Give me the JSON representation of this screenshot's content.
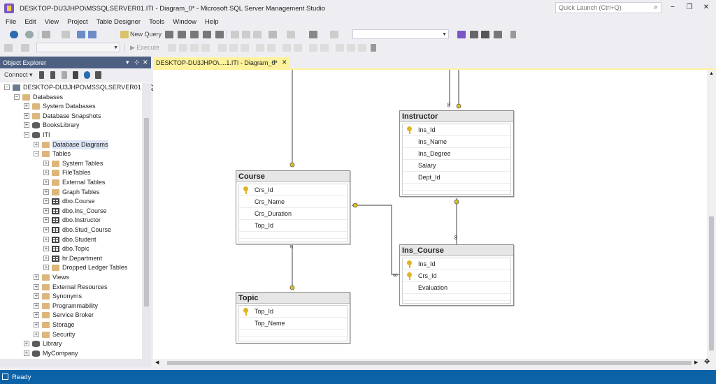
{
  "window": {
    "title": "DESKTOP-DU3JHPO\\MSSQLSERVER01.ITI - Diagram_0* - Microsoft SQL Server Management Studio",
    "quick_launch_placeholder": "Quick Launch (Ctrl+Q)",
    "minimize": "−",
    "restore": "❐",
    "close": "✕"
  },
  "menu": [
    "File",
    "Edit",
    "View",
    "Project",
    "Table Designer",
    "Tools",
    "Window",
    "Help"
  ],
  "toolbar": {
    "new_query": "New Query",
    "execute": "Execute"
  },
  "object_explorer": {
    "title": "Object Explorer",
    "connect": "Connect",
    "tree": [
      {
        "label": "DESKTOP-DU3JHPO\\MSSQLSERVER01 (SQ",
        "icon": "server-icon",
        "expander": "−",
        "level": 0
      },
      {
        "label": "Databases",
        "icon": "folder-icon",
        "expander": "−",
        "level": 1
      },
      {
        "label": "System Databases",
        "icon": "folder-icon",
        "expander": "+",
        "level": 2
      },
      {
        "label": "Database Snapshots",
        "icon": "folder-icon",
        "expander": "+",
        "level": 2
      },
      {
        "label": "BooksLibrary",
        "icon": "database-icon",
        "expander": "+",
        "level": 2
      },
      {
        "label": "ITI",
        "icon": "database-icon",
        "expander": "−",
        "level": 2
      },
      {
        "label": "Database Diagrams",
        "icon": "folder-icon",
        "expander": "+",
        "level": 3,
        "selected": true
      },
      {
        "label": "Tables",
        "icon": "folder-icon",
        "expander": "−",
        "level": 3
      },
      {
        "label": "System Tables",
        "icon": "folder-icon",
        "expander": "+",
        "level": 4
      },
      {
        "label": "FileTables",
        "icon": "folder-icon",
        "expander": "+",
        "level": 4
      },
      {
        "label": "External Tables",
        "icon": "folder-icon",
        "expander": "+",
        "level": 4
      },
      {
        "label": "Graph Tables",
        "icon": "folder-icon",
        "expander": "+",
        "level": 4
      },
      {
        "label": "dbo.Course",
        "icon": "table-icon",
        "expander": "+",
        "level": 4
      },
      {
        "label": "dbo.Ins_Course",
        "icon": "table-icon",
        "expander": "+",
        "level": 4
      },
      {
        "label": "dbo.Instructor",
        "icon": "table-icon",
        "expander": "+",
        "level": 4
      },
      {
        "label": "dbo.Stud_Course",
        "icon": "table-icon",
        "expander": "+",
        "level": 4
      },
      {
        "label": "dbo.Student",
        "icon": "table-icon",
        "expander": "+",
        "level": 4
      },
      {
        "label": "dbo.Topic",
        "icon": "table-icon",
        "expander": "+",
        "level": 4
      },
      {
        "label": "hr.Department",
        "icon": "table-icon",
        "expander": "+",
        "level": 4
      },
      {
        "label": "Dropped Ledger Tables",
        "icon": "folder-icon",
        "expander": "+",
        "level": 4
      },
      {
        "label": "Views",
        "icon": "folder-icon",
        "expander": "+",
        "level": 3
      },
      {
        "label": "External Resources",
        "icon": "folder-icon",
        "expander": "+",
        "level": 3
      },
      {
        "label": "Synonyms",
        "icon": "folder-icon",
        "expander": "+",
        "level": 3
      },
      {
        "label": "Programmability",
        "icon": "folder-icon",
        "expander": "+",
        "level": 3
      },
      {
        "label": "Service Broker",
        "icon": "folder-icon",
        "expander": "+",
        "level": 3
      },
      {
        "label": "Storage",
        "icon": "folder-icon",
        "expander": "+",
        "level": 3
      },
      {
        "label": "Security",
        "icon": "folder-icon",
        "expander": "+",
        "level": 3
      },
      {
        "label": "Library",
        "icon": "database-icon",
        "expander": "+",
        "level": 2
      },
      {
        "label": "MyCompany",
        "icon": "database-icon",
        "expander": "+",
        "level": 2
      }
    ]
  },
  "document_tab": {
    "label": "DESKTOP-DU3JHPO\\....1.ITI - Diagram_0*",
    "pin": "⊹",
    "close": "✕"
  },
  "diagram": {
    "tables": [
      {
        "name": "Instructor",
        "columns": [
          {
            "name": "Ins_Id",
            "key": true
          },
          {
            "name": "Ins_Name",
            "key": false
          },
          {
            "name": "Ins_Degree",
            "key": false
          },
          {
            "name": "Salary",
            "key": false
          },
          {
            "name": "Dept_Id",
            "key": false
          }
        ]
      },
      {
        "name": "Course",
        "columns": [
          {
            "name": "Crs_Id",
            "key": true
          },
          {
            "name": "Crs_Name",
            "key": false
          },
          {
            "name": "Crs_Duration",
            "key": false
          },
          {
            "name": "Top_Id",
            "key": false
          }
        ]
      },
      {
        "name": "Ins_Course",
        "columns": [
          {
            "name": "Ins_Id",
            "key": true
          },
          {
            "name": "Crs_Id",
            "key": true
          },
          {
            "name": "Evaluation",
            "key": false
          }
        ]
      },
      {
        "name": "Topic",
        "columns": [
          {
            "name": "Top_Id",
            "key": true
          },
          {
            "name": "Top_Name",
            "key": false
          }
        ]
      }
    ]
  },
  "status": {
    "text": "Ready"
  },
  "colors": {
    "accent_blue": "#0b62a6",
    "panel_header": "#4d6082",
    "tab_yellow": "#fff29d",
    "key_gold": "#e0b320"
  }
}
